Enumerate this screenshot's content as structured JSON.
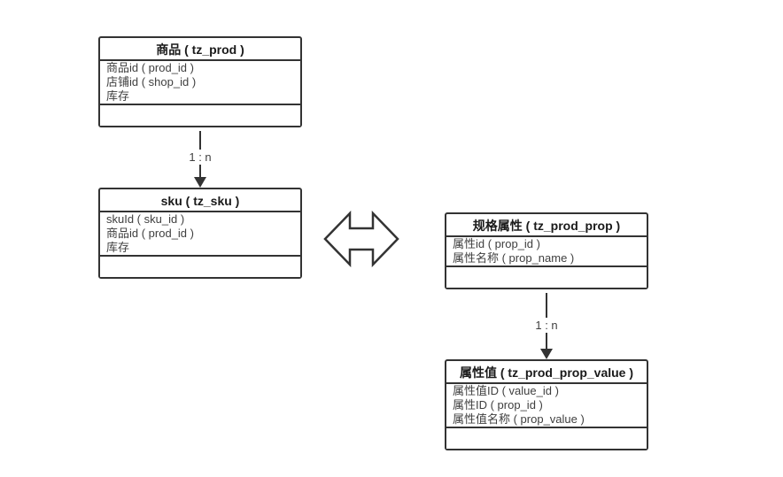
{
  "diagram": {
    "colors": {
      "background": "#ffffff",
      "border": "#333333",
      "title_text": "#1a1a1a",
      "field_text": "#3f3f3f"
    },
    "entities": [
      {
        "title": "商品 ( tz_prod )",
        "fields": [
          "商品id ( prod_id )",
          "店铺id ( shop_id )",
          "库存"
        ]
      },
      {
        "title": "sku ( tz_sku )",
        "fields": [
          "skuId ( sku_id )",
          "商品id ( prod_id )",
          "库存"
        ]
      },
      {
        "title": "规格属性 ( tz_prod_prop )",
        "fields": [
          "属性id ( prop_id )",
          "属性名称 ( prop_name )"
        ]
      },
      {
        "title": "属性值 ( tz_prod_prop_value )",
        "fields": [
          "属性值ID ( value_id )",
          "属性ID ( prop_id )",
          "属性值名称 ( prop_value )"
        ]
      }
    ],
    "relations": [
      {
        "from": "商品 ( tz_prod )",
        "to": "sku ( tz_sku )",
        "label": "1 : n"
      },
      {
        "from": "规格属性 ( tz_prod_prop )",
        "to": "属性值 ( tz_prod_prop_value )",
        "label": "1 : n"
      }
    ]
  }
}
